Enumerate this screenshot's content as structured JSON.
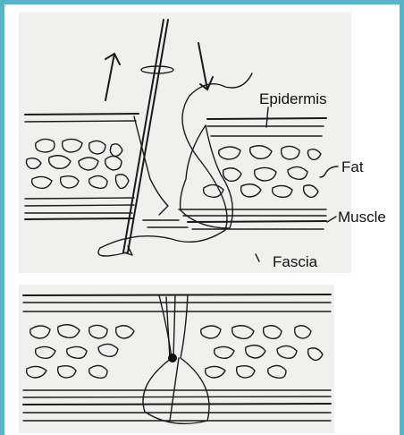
{
  "labels": {
    "epidermis": "Epidermis",
    "fat": "Fat",
    "muscle": "Muscle",
    "fascia": "Fascia"
  },
  "colors": {
    "border": "#5ab4c8",
    "panel": "#f0f0ef",
    "ink": "#1a1a1a"
  }
}
